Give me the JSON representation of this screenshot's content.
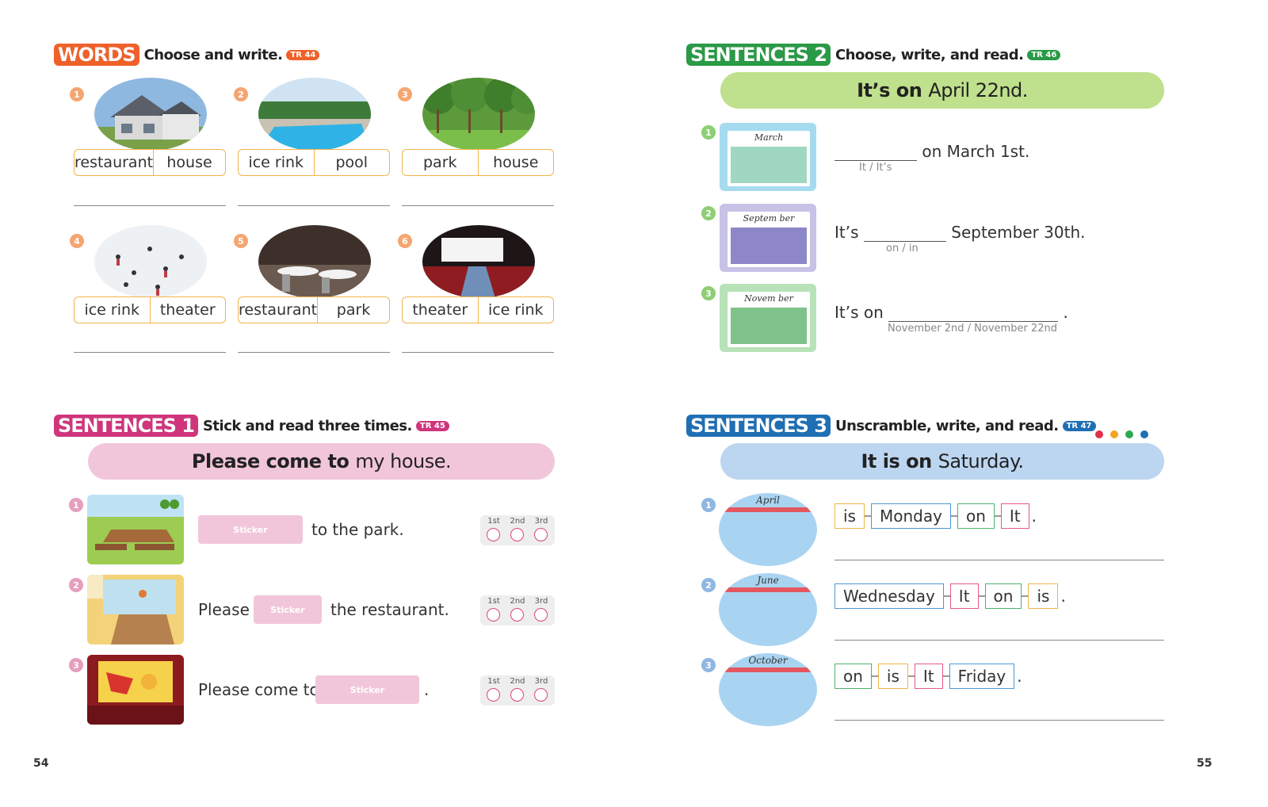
{
  "words": {
    "label": "WORDS",
    "instruction": "Choose and write.",
    "track": "TR 44",
    "items": [
      {
        "num": "1",
        "left": "restaurant",
        "right": "house"
      },
      {
        "num": "2",
        "left": "ice rink",
        "right": "pool"
      },
      {
        "num": "3",
        "left": "park",
        "right": "house"
      },
      {
        "num": "4",
        "left": "ice rink",
        "right": "theater"
      },
      {
        "num": "5",
        "left": "restaurant",
        "right": "park"
      },
      {
        "num": "6",
        "left": "theater",
        "right": "ice rink"
      }
    ]
  },
  "sentences2": {
    "label": "SENTENCES 2",
    "instruction": "Choose, write, and read.",
    "track": "TR 46",
    "banner_bold": "It’s on",
    "banner_rest": "April 22nd.",
    "items": [
      {
        "num": "1",
        "cal_title": "March",
        "text_after": "on March 1st.",
        "hint": "It / It’s"
      },
      {
        "num": "2",
        "cal_title": "Septem ber",
        "text_before": "It’s",
        "text_after": "September 30th.",
        "hint": "on / in"
      },
      {
        "num": "3",
        "cal_title": "Novem ber",
        "text_before": "It’s on",
        "text_after": ".",
        "hint": "November 2nd / November 22nd"
      }
    ]
  },
  "sentences1": {
    "label": "SENTENCES 1",
    "instruction": "Stick and read three times.",
    "track": "TR 45",
    "banner_bold": "Please come to",
    "banner_rest": "my house.",
    "sticker": "Sticker",
    "times": [
      "1st",
      "2nd",
      "3rd"
    ],
    "items": [
      {
        "num": "1",
        "after": "to the park."
      },
      {
        "num": "2",
        "before": "Please",
        "after": "the restaurant."
      },
      {
        "num": "3",
        "before": "Please come to",
        "after": "."
      }
    ]
  },
  "sentences3": {
    "label": "SENTENCES 3",
    "instruction": "Unscramble, write, and read.",
    "track": "TR 47",
    "banner_bold": "It is on",
    "banner_rest": "Saturday.",
    "items": [
      {
        "num": "1",
        "cal_title": "April",
        "words": [
          "is",
          "Monday",
          "on",
          "It"
        ]
      },
      {
        "num": "2",
        "cal_title": "June",
        "words": [
          "Wednesday",
          "It",
          "on",
          "is"
        ]
      },
      {
        "num": "3",
        "cal_title": "October",
        "words": [
          "on",
          "is",
          "It",
          "Friday"
        ]
      }
    ],
    "period": "."
  },
  "page_left": "54",
  "page_right": "55",
  "colors": {
    "words": "#f0612a",
    "s1": "#d0357c",
    "s2": "#2a9a47",
    "s3": "#1f6fb5",
    "dots": [
      "#e0304a",
      "#f2a51f",
      "#2fa84f",
      "#1f6fb5"
    ]
  }
}
